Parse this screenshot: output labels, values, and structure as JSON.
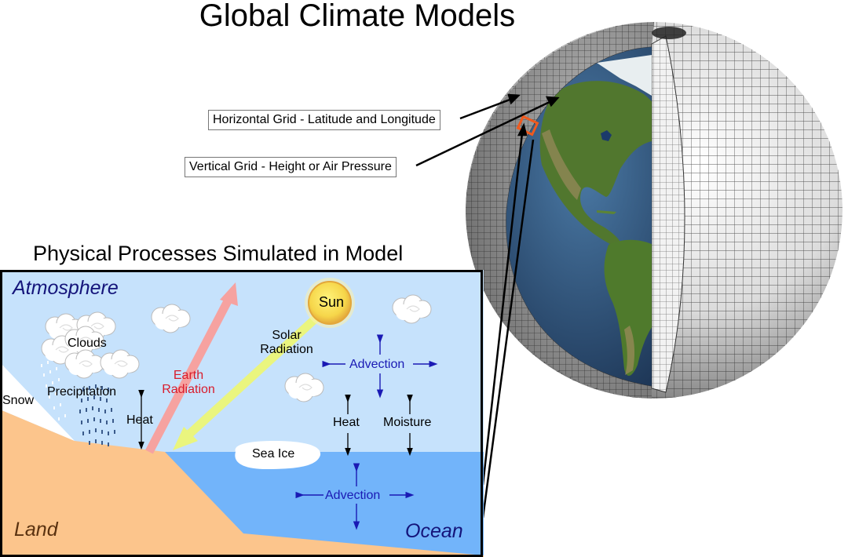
{
  "title": "Global Climate Models",
  "callouts": {
    "horizontal_grid": "Horizontal Grid - Latitude and Longitude",
    "vertical_grid": "Vertical Grid - Height or Air Pressure"
  },
  "process_panel": {
    "heading": "Physical Processes Simulated in Model",
    "regions": {
      "atmosphere": "Atmosphere",
      "land": "Land",
      "ocean": "Ocean"
    },
    "labels": {
      "sun": "Sun",
      "clouds": "Clouds",
      "snow": "Snow",
      "precipitation": "Precipitation",
      "heat_land": "Heat",
      "earth_radiation_line1": "Earth",
      "earth_radiation_line2": "Radiation",
      "solar_radiation_line1": "Solar",
      "solar_radiation_line2": "Radiation",
      "advection_atmosphere": "Advection",
      "heat_ocean": "Heat",
      "moisture": "Moisture",
      "sea_ice": "Sea Ice",
      "advection_ocean": "Advection"
    }
  },
  "colors": {
    "sky": "#c6e2fc",
    "ocean": "#72b4fa",
    "land": "#fcc58c",
    "snow": "#ffffff",
    "earth_radiation_arrow": "#f6a2a0",
    "solar_radiation_arrow": "#eaf57e",
    "sun_fill": "#f6d64a",
    "sun_ring": "#e3a73b",
    "advection_text": "#1a1ab4",
    "region_text": "#14147a",
    "land_text": "#5a3210",
    "earth_radiation_text": "#d81c2c",
    "highlight_cell": "#f05a1e",
    "globe_ocean": "#2e5478",
    "globe_land": "#4f7a2c"
  }
}
